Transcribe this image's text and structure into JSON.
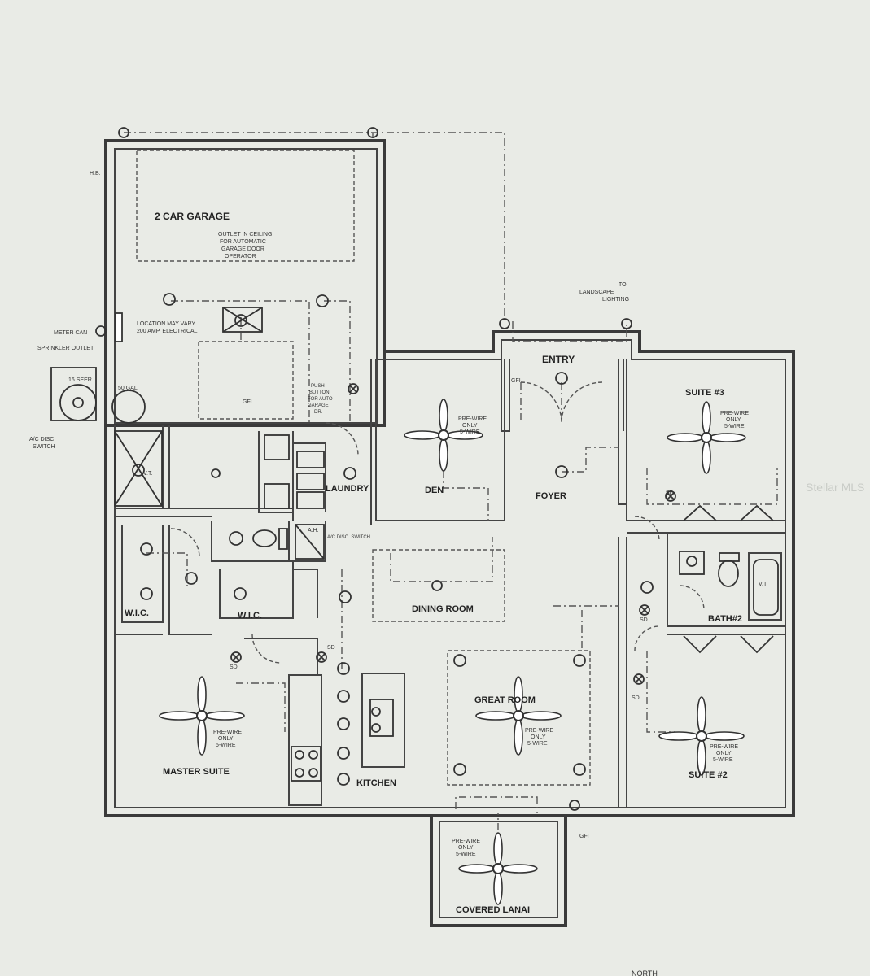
{
  "rooms": {
    "garage": "2 CAR GARAGE",
    "entry": "ENTRY",
    "suite3": "SUITE #3",
    "den": "DEN",
    "foyer": "FOYER",
    "laundry": "LAUNDRY",
    "dining": "DINING ROOM",
    "bath2": "BATH#2",
    "wic1": "W.I.C.",
    "wic2": "W.I.C.",
    "great": "GREAT ROOM",
    "master": "MASTER SUITE",
    "kitchen": "KITCHEN",
    "suite2": "SUITE #2",
    "lanai": "COVERED LANAI"
  },
  "notes": {
    "garage_outlet_1": "OUTLET IN CEILING",
    "garage_outlet_2": "FOR AUTOMATIC",
    "garage_outlet_3": "GARAGE DOOR",
    "garage_outlet_4": "OPERATOR",
    "location_1": "LOCATION MAY VARY",
    "location_2": "200 AMP. ELECTRICAL",
    "meter": "METER CAN",
    "sprinkler": "SPRINKLER OUTLET",
    "seer": "16 SEER",
    "gal": "50 GAL",
    "ac_disc_1": "A/C DISC.",
    "ac_disc_2": "SWITCH",
    "landscape_1": "TO",
    "landscape_2": "LANDSCAPE",
    "landscape_3": "LIGHTING",
    "push_1": "PUSH",
    "push_2": "BUTTON",
    "push_3": "FOR AUTO",
    "push_4": "GARAGE",
    "push_5": "DR.",
    "prewire_1": "PRE-WIRE",
    "prewire_2": "ONLY",
    "prewire_3": "5-WIRE",
    "ahu": "A.H.",
    "ac_disc_small": "A/C DISC. SWITCH",
    "hb": "H.B.",
    "vt": "V.T.",
    "sd": "SD",
    "gfi": "GFI",
    "north": "NORTH",
    "watermark": "Stellar MLS"
  },
  "colors": {
    "background": "#e9ebe6",
    "wall": "#3a3a3a"
  }
}
